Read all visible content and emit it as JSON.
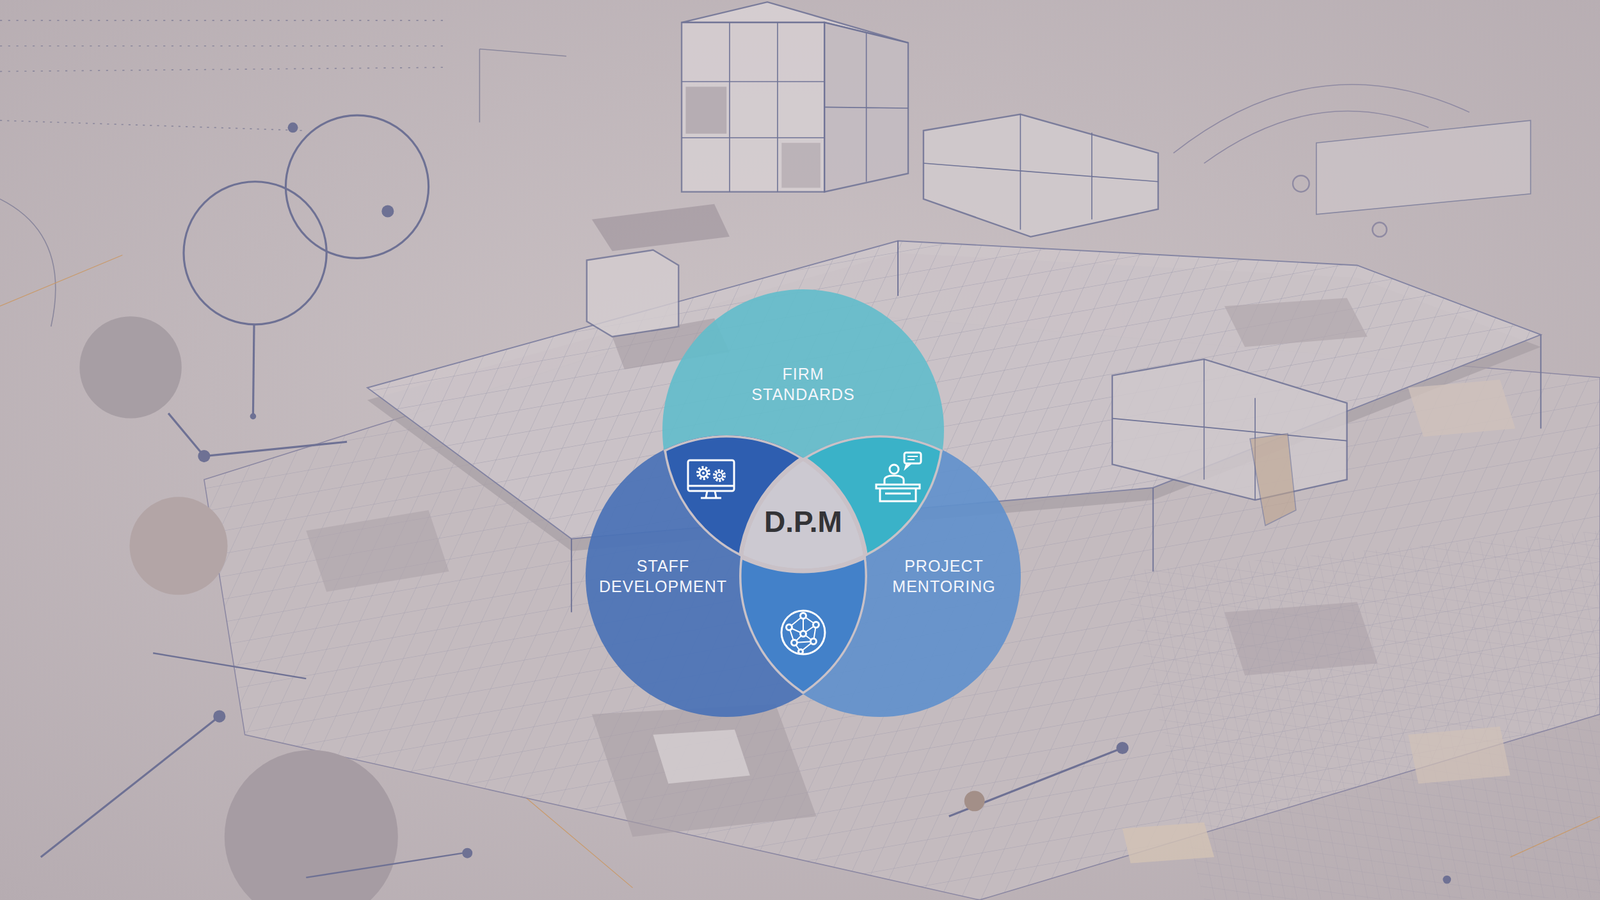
{
  "diagram": {
    "nodes": [
      {
        "text": [
          "FIRM STANDARDS"
        ]
      },
      {
        "text": [
          "D.P.M"
        ]
      },
      {
        "text": [
          "STAFF DEVELOPMENT"
        ]
      },
      {
        "text": [
          "PROJECT MENTORING"
        ]
      }
    ]
  }
}
